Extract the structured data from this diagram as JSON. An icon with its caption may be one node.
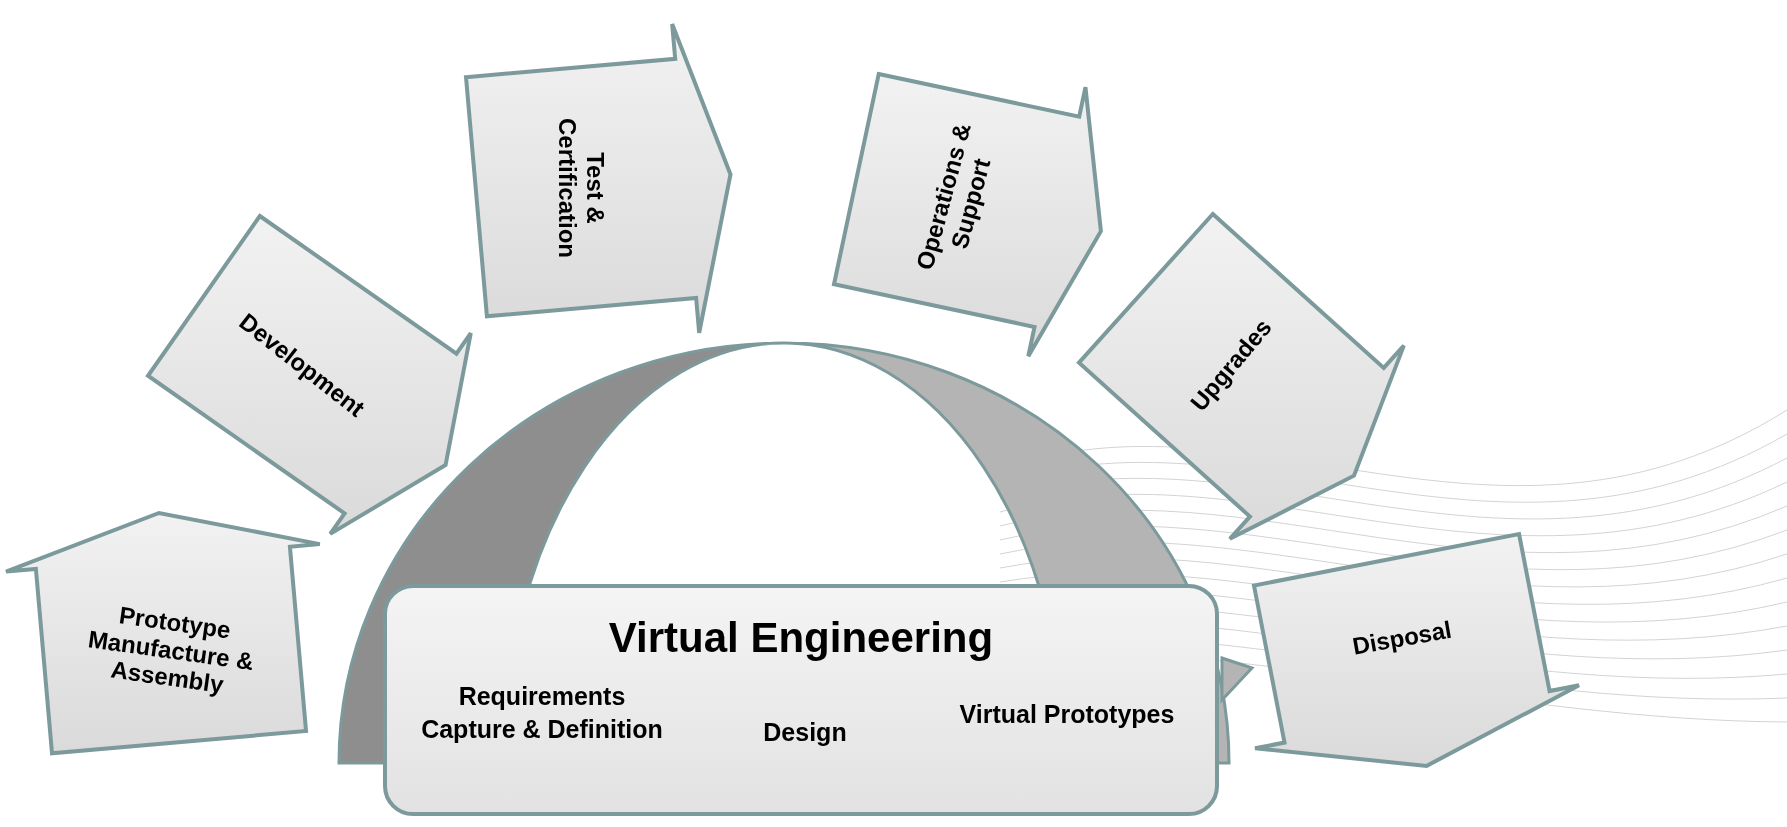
{
  "diagram": {
    "nodes": [
      {
        "text": [
          "Prototype Manufacture & Assembly"
        ]
      },
      {
        "text": [
          "Development"
        ]
      },
      {
        "text": [
          "Test & Certification"
        ]
      },
      {
        "text": [
          "Operations & Support"
        ]
      },
      {
        "text": [
          "Upgrades"
        ]
      },
      {
        "text": [
          "Disposal"
        ]
      },
      {
        "text": [
          "Virtual Engineering",
          "Requirements Capture & Definition",
          "Design",
          "Virtual Prototypes"
        ]
      }
    ]
  }
}
